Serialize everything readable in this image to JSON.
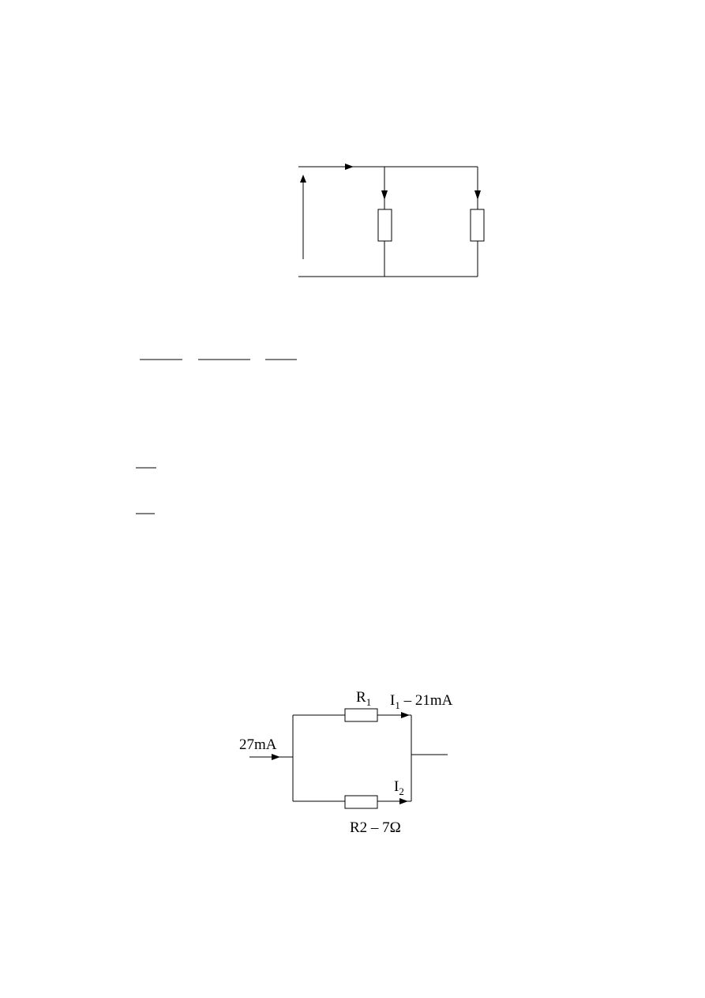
{
  "circuit_b": {
    "r1_label": "R",
    "r1_sub": "1",
    "i1_label": "I",
    "i1_sub": "1",
    "i1_value": " – 21mA",
    "total_current": "27mA",
    "i2_label": "I",
    "i2_sub": "2",
    "r2_label": "R2 – 7Ω"
  }
}
